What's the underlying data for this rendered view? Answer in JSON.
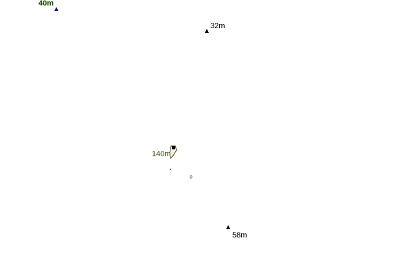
{
  "peaks": [
    {
      "label": "40m",
      "color": "#1a4a00",
      "marker_color": "#1a1a80"
    },
    {
      "label": "32m",
      "color": "#000000",
      "marker_color": "#000000"
    },
    {
      "label": "140m",
      "color": "#1a4a00",
      "marker_color": "#000000"
    },
    {
      "label": "58m",
      "color": "#000000",
      "marker_color": "#000000"
    }
  ]
}
